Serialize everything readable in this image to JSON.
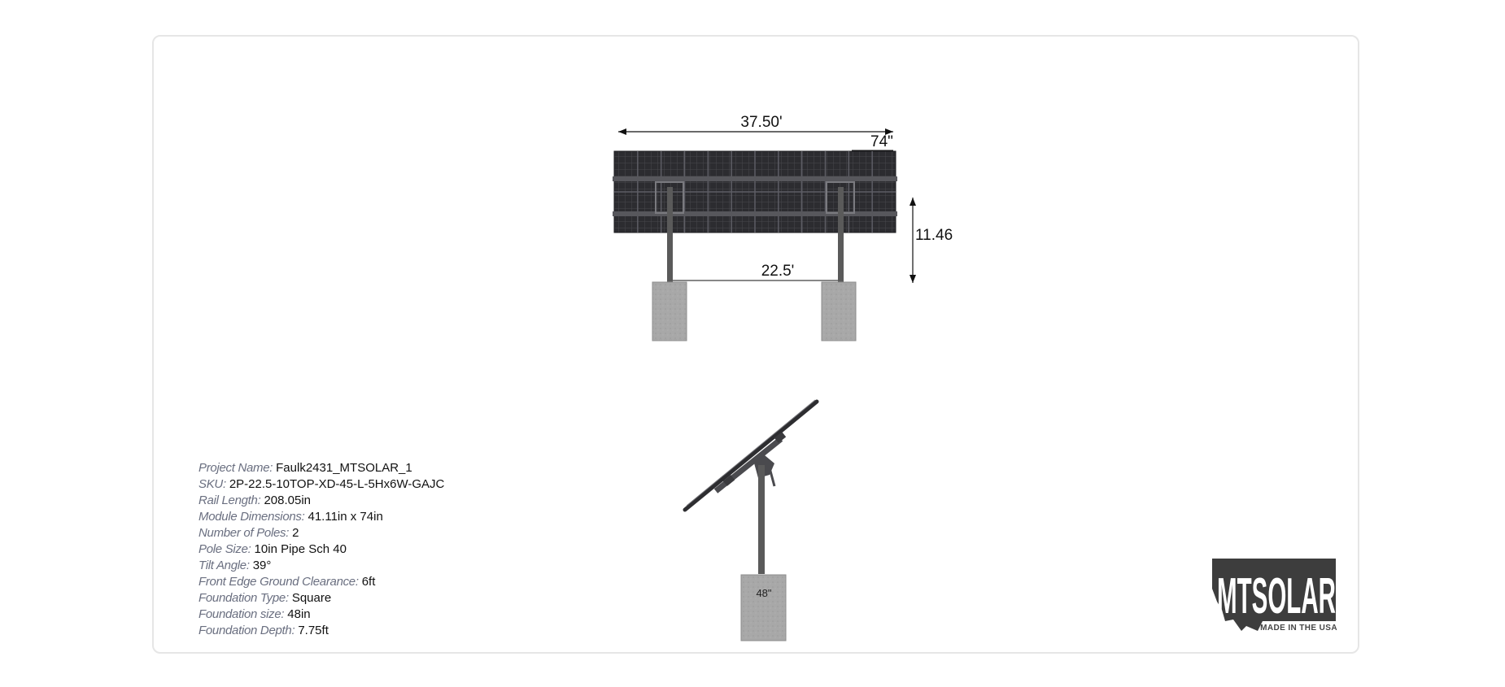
{
  "drawing": {
    "front_view": {
      "overall_width": "37.50'",
      "module_length": "74\"",
      "height": "11.46",
      "pole_spacing": "22.5'"
    },
    "side_view": {
      "foundation_size": "48\""
    }
  },
  "specs": [
    {
      "label": "Project Name:",
      "value": "Faulk2431_MTSOLAR_1"
    },
    {
      "label": "SKU:",
      "value": "2P-22.5-10TOP-XD-45-L-5Hx6W-GAJC"
    },
    {
      "label": "Rail Length:",
      "value": "208.05in"
    },
    {
      "label": "Module Dimensions:",
      "value": "41.11in x 74in"
    },
    {
      "label": "Number of Poles:",
      "value": "2"
    },
    {
      "label": "Pole Size:",
      "value": "10in Pipe Sch 40"
    },
    {
      "label": "Tilt Angle:",
      "value": "39°"
    },
    {
      "label": "Front Edge Ground Clearance:",
      "value": "6ft"
    },
    {
      "label": "Foundation Type:",
      "value": "Square"
    },
    {
      "label": "Foundation size:",
      "value": "48in"
    },
    {
      "label": "Foundation Depth:",
      "value": "7.75ft"
    }
  ],
  "logo": {
    "name": "MTSOLAR",
    "tagline": "MADE IN THE USA",
    "color": "#3d3d3d"
  },
  "colors": {
    "panel": "#2b2b2f",
    "pole": "#5a5a5a",
    "concrete": "#a9a9a9"
  }
}
